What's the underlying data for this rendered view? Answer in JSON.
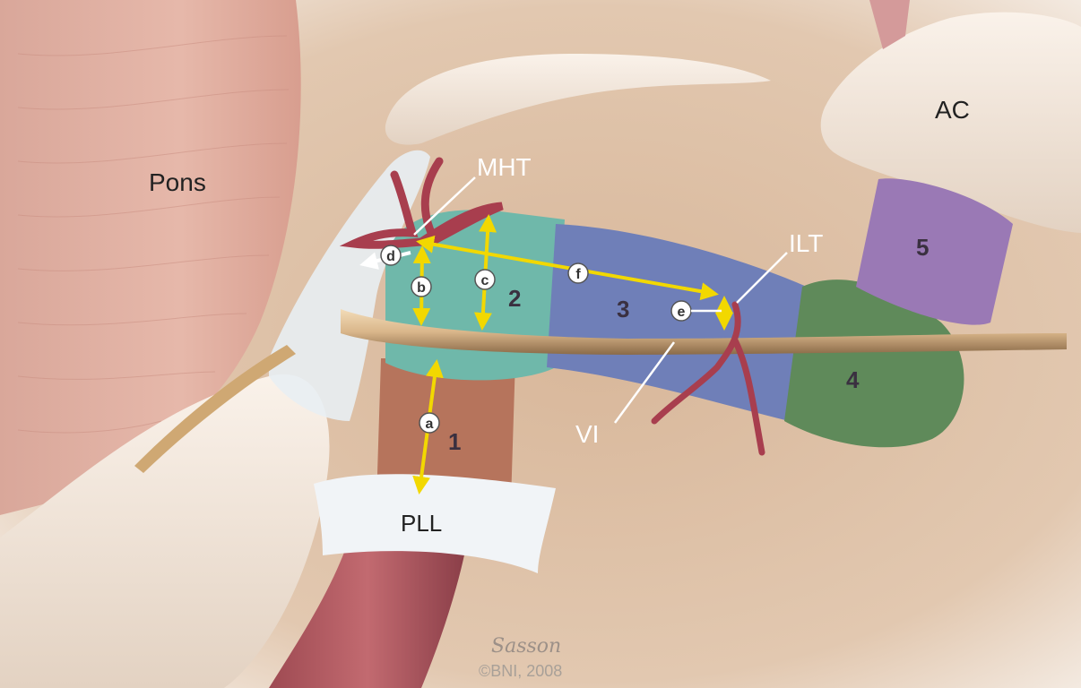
{
  "labels": {
    "pons": "Pons",
    "ac": "AC",
    "mht": "MHT",
    "ilt": "ILT",
    "vi": "VI",
    "pll": "PLL"
  },
  "segments": {
    "s1": "1",
    "s2": "2",
    "s3": "3",
    "s4": "4",
    "s5": "5"
  },
  "measurements": {
    "a": "a",
    "b": "b",
    "c": "c",
    "d": "d",
    "e": "e",
    "f": "f"
  },
  "credit": {
    "signature": "Sasson",
    "copyright": "©BNI, 2008"
  },
  "colors": {
    "segment1": "#b6745c",
    "segment2": "#6fb8aa",
    "segment3": "#6f7fb8",
    "segment4": "#5f8a5a",
    "segment5": "#9a79b5",
    "measure_arrow": "#f2d800",
    "artery": "#a83e4e",
    "nerve": "#d9b68a"
  }
}
